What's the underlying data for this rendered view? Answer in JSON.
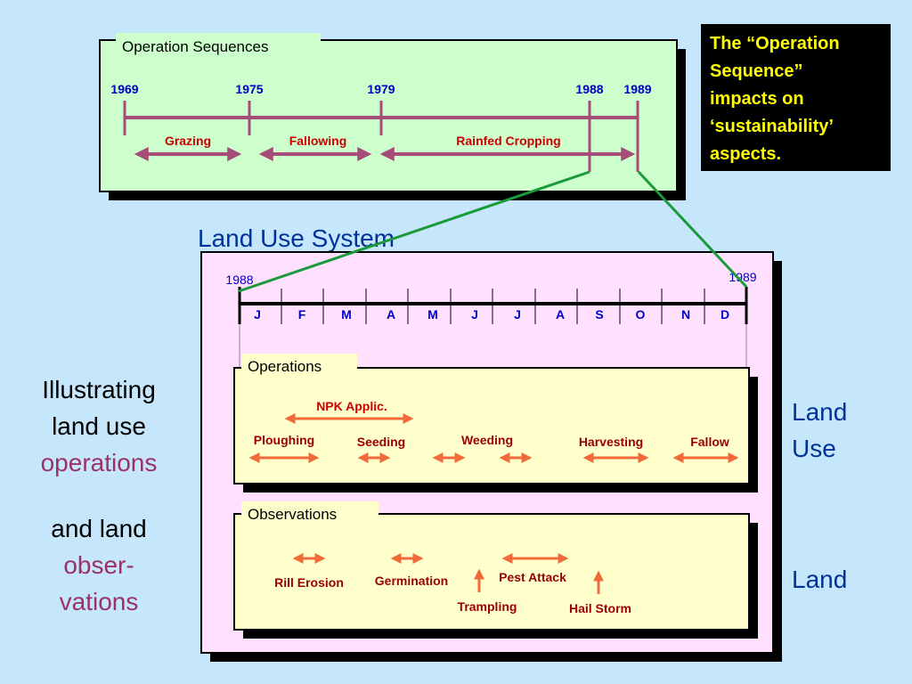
{
  "colors": {
    "page_bg": "#c6e6fb",
    "seq_panel": "#ccffcc",
    "lus_panel": "#ffe0ff",
    "inner_panel": "#ffffcc",
    "panel_border": "#000000",
    "panel_shadow": "#000000",
    "year_text": "#0000cc",
    "arrow_purple": "#a64c78",
    "arrow_orange": "#f06a3a",
    "red_text": "#cc0000",
    "dark_red_text": "#990000",
    "connector_green": "#1a9a3a",
    "title_blue": "#003399",
    "magenta_text": "#993366",
    "note_bg": "#000000",
    "note_text": "#ffff00"
  },
  "operation_sequences": {
    "title": "Operation Sequences",
    "years": [
      "1969",
      "1975",
      "1979",
      "1988",
      "1989"
    ],
    "phases": [
      "Grazing",
      "Fallowing",
      "Rainfed Cropping"
    ]
  },
  "note": {
    "lines": [
      "The “Operation",
      "Sequence”",
      "impacts on",
      "‘sustainability’",
      "aspects."
    ]
  },
  "land_use_system": {
    "title": "Land Use System",
    "start_year": "1988",
    "end_year": "1989",
    "months": [
      "J",
      "F",
      "M",
      "A",
      "M",
      "J",
      "J",
      "A",
      "S",
      "O",
      "N",
      "D"
    ]
  },
  "operations": {
    "title": "Operations",
    "items": [
      "NPK Applic.",
      "Ploughing",
      "Seeding",
      "Weeding",
      "Harvesting",
      "Fallow"
    ]
  },
  "observations": {
    "title": "Observations",
    "items": [
      "Rill Erosion",
      "Germination",
      "Pest Attack",
      "Trampling",
      "Hail Storm"
    ]
  },
  "left_caption": {
    "line1": "Illustrating",
    "line2": "land use",
    "line3": "operations",
    "line4": "and land",
    "line5": "obser-",
    "line6": "vations"
  },
  "right_labels": {
    "land_use_1": "Land",
    "land_use_2": "Use",
    "land": "Land"
  }
}
